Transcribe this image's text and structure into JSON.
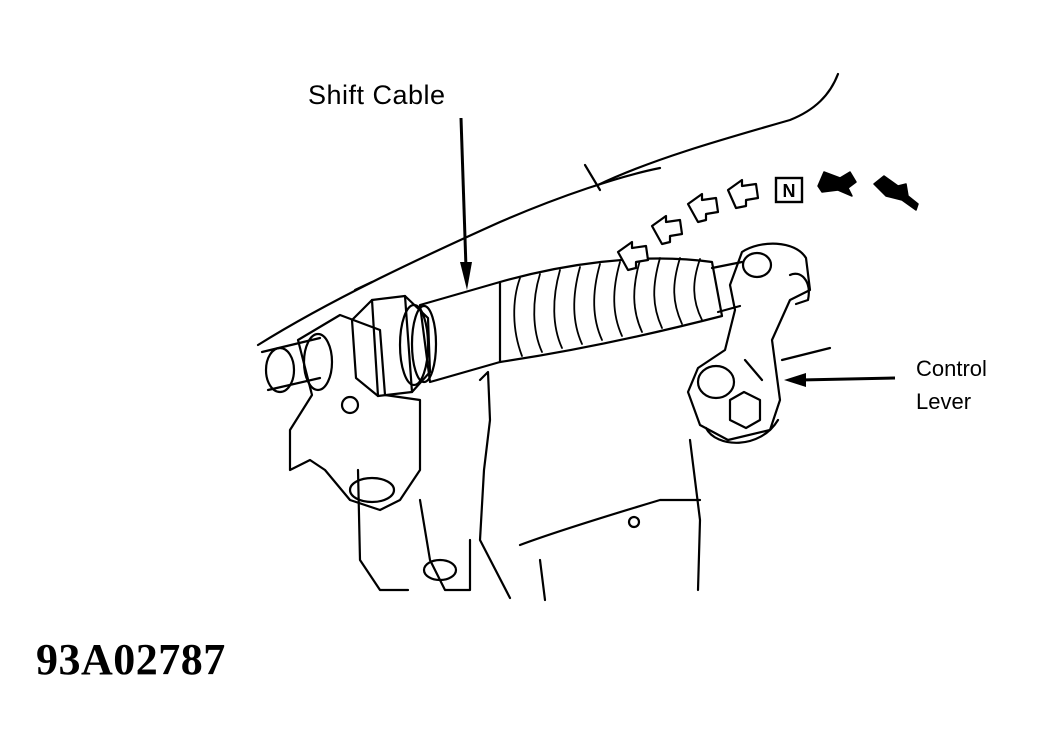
{
  "labels": {
    "shift_cable": "Shift Cable",
    "control_lever_line1": "Control",
    "control_lever_line2": "Lever",
    "figure_code": "93A02787",
    "neutral_marker": "N"
  },
  "colors": {
    "ink": "#000000",
    "paper": "#ffffff"
  }
}
